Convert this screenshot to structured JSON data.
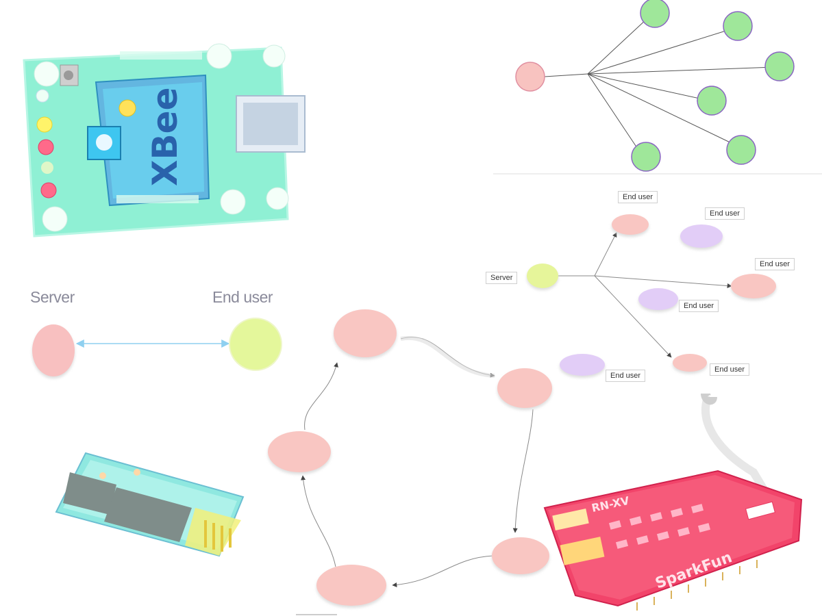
{
  "p2p": {
    "server_label": "Server",
    "enduser_label": "End user"
  },
  "star_tree": {
    "server_label": "Server",
    "enduser_labels": [
      "End user",
      "End user",
      "End user",
      "End user",
      "End user",
      "End user"
    ]
  },
  "xbee_board": {
    "chip_text": "XBee"
  },
  "red_board": {
    "silk_text": "RN-XV",
    "brand_text": "SparkFun"
  },
  "colors": {
    "pink": "#f8c9c4",
    "green": "#9fe79a",
    "yellowgreen": "#e6f59a",
    "lavender": "#e2cdf7",
    "board_teal": "#7fe6c8",
    "board_red": "#f2446a"
  }
}
